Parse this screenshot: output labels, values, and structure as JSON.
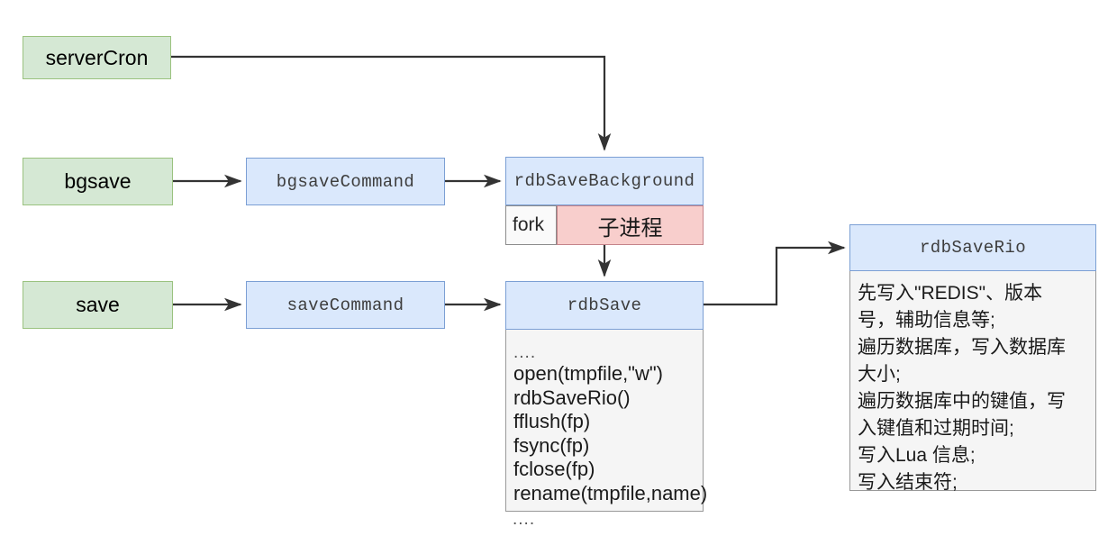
{
  "diagram": {
    "title": "Redis RDB persistence call flow",
    "colors": {
      "trigger_fill": "#d5e8d4",
      "trigger_stroke": "#9ac27f",
      "function_fill": "#dae8fc",
      "function_stroke": "#7b9fd4",
      "body_fill": "#f5f5f5",
      "body_stroke": "#999999",
      "child_process_fill": "#f8cecc",
      "child_process_stroke": "#c4838a",
      "fork_fill": "#fafafa",
      "edge_stroke": "#333333",
      "background": "#ffffff"
    },
    "triggers": [
      {
        "id": "server-cron",
        "label": "serverCron"
      },
      {
        "id": "bgsave",
        "label": "bgsave"
      },
      {
        "id": "save",
        "label": "save"
      }
    ],
    "commands": [
      {
        "id": "bgsave-command",
        "label": "bgsaveCommand"
      },
      {
        "id": "save-command",
        "label": "saveCommand"
      }
    ],
    "rdb_save_background": {
      "title": "rdbSaveBackground",
      "fork_label": "fork",
      "child_process_label": "子进程"
    },
    "rdb_save": {
      "title": "rdbSave",
      "body_lines": [
        "....",
        "open(tmpfile,\"w\")",
        "rdbSaveRio()",
        "fflush(fp)",
        "fsync(fp)",
        "fclose(fp)",
        "rename(tmpfile,name)"
      ],
      "trailing_dots": "...."
    },
    "rdb_save_rio": {
      "title": "rdbSaveRio",
      "body_lines": [
        "先写入\"REDIS\"、版本",
        "号，辅助信息等;",
        "遍历数据库，写入数据库",
        "大小;",
        "遍历数据库中的键值，写",
        "入键值和过期时间;",
        "写入Lua 信息;",
        "写入结束符;"
      ]
    },
    "edges": [
      {
        "id": "edge-servercron-to-rdbsavebackground",
        "from": "serverCron",
        "to": "rdbSaveBackground"
      },
      {
        "id": "edge-bgsave-to-bgsavecommand",
        "from": "bgsave",
        "to": "bgsaveCommand"
      },
      {
        "id": "edge-bgsavecommand-to-rdbsavebackground",
        "from": "bgsaveCommand",
        "to": "rdbSaveBackground"
      },
      {
        "id": "edge-fork-to-rdbsave",
        "from": "子进程",
        "to": "rdbSave"
      },
      {
        "id": "edge-save-to-savecommand",
        "from": "save",
        "to": "saveCommand"
      },
      {
        "id": "edge-savecommand-to-rdbsave",
        "from": "saveCommand",
        "to": "rdbSave"
      },
      {
        "id": "edge-rdbsave-to-rdbsaverio",
        "from": "rdbSave",
        "to": "rdbSaveRio"
      }
    ]
  }
}
